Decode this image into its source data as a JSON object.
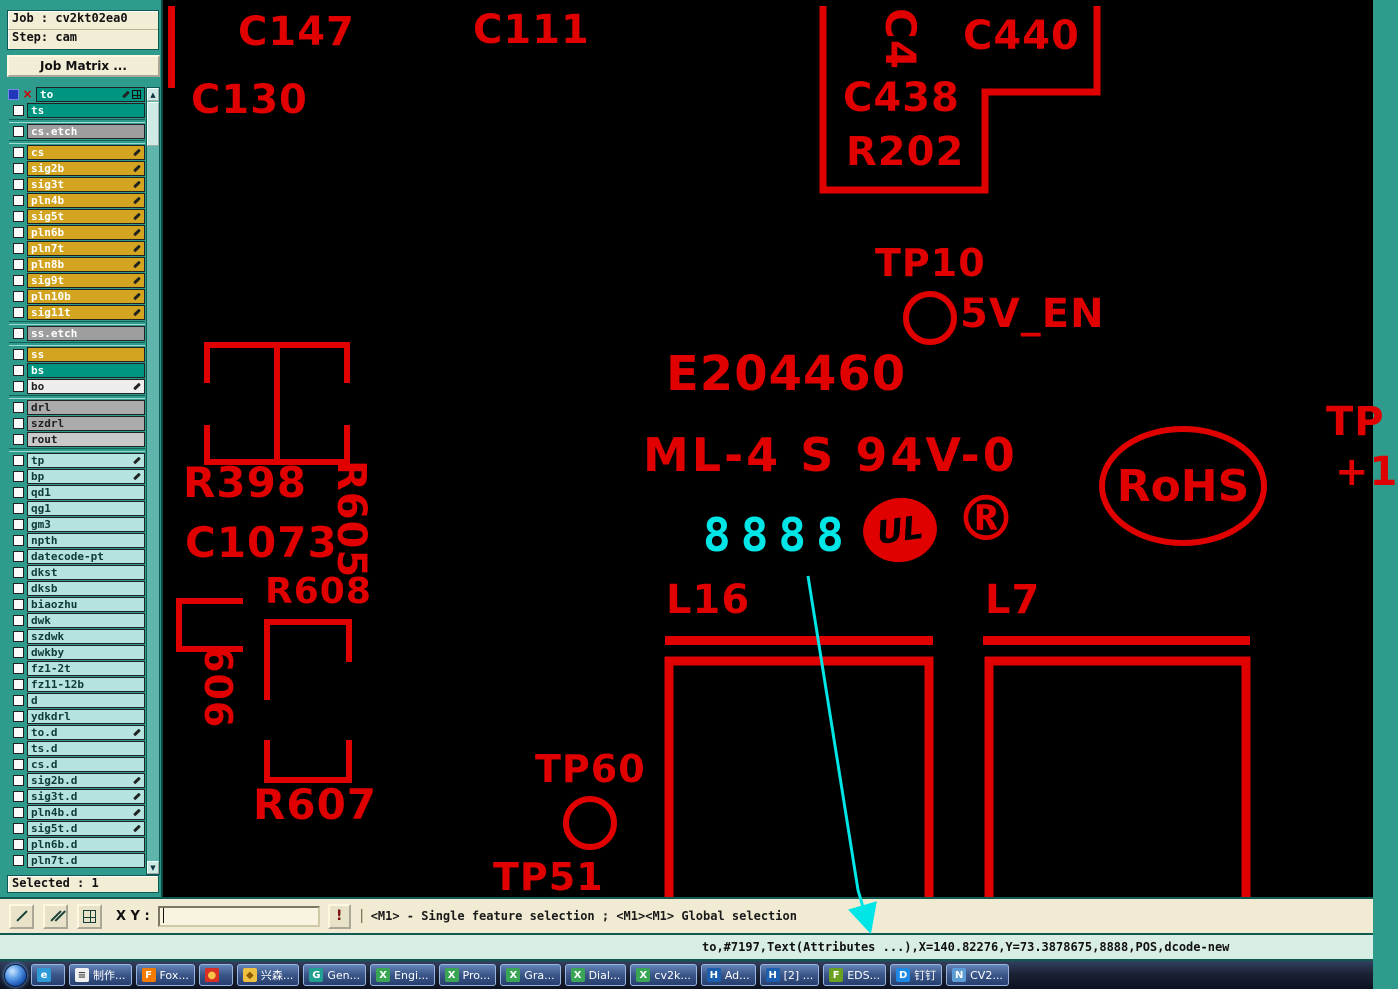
{
  "job_panel": {
    "job_line": "Job : cv2kt02ea0",
    "step_line": "Step: cam",
    "job_matrix_button": "Job Matrix ...",
    "selected_status": "Selected : 1"
  },
  "layer_panel": {
    "active_row": {
      "name": "to",
      "bg": "#009580",
      "fg": "#FFFFFF"
    },
    "layers": [
      {
        "name": "ts",
        "bg": "#009580",
        "fg": "#FFFFFF",
        "marked": false
      },
      {
        "separator": true
      },
      {
        "name": "cs.etch",
        "bg": "#9E9E9E",
        "fg": "#FFFFFF",
        "marked": false
      },
      {
        "separator": true
      },
      {
        "name": "cs",
        "bg": "#D2A41F",
        "fg": "#FFFFFF",
        "marked": true
      },
      {
        "name": "sig2b",
        "bg": "#D2A41F",
        "fg": "#FFFFFF",
        "marked": true
      },
      {
        "name": "sig3t",
        "bg": "#D2A41F",
        "fg": "#FFFFFF",
        "marked": true
      },
      {
        "name": "pln4b",
        "bg": "#D2A41F",
        "fg": "#FFFFFF",
        "marked": true
      },
      {
        "name": "sig5t",
        "bg": "#D2A41F",
        "fg": "#FFFFFF",
        "marked": true
      },
      {
        "name": "pln6b",
        "bg": "#D2A41F",
        "fg": "#FFFFFF",
        "marked": true
      },
      {
        "name": "pln7t",
        "bg": "#D2A41F",
        "fg": "#FFFFFF",
        "marked": true
      },
      {
        "name": "pln8b",
        "bg": "#D2A41F",
        "fg": "#FFFFFF",
        "marked": true
      },
      {
        "name": "sig9t",
        "bg": "#D2A41F",
        "fg": "#FFFFFF",
        "marked": true
      },
      {
        "name": "pln10b",
        "bg": "#D2A41F",
        "fg": "#FFFFFF",
        "marked": true
      },
      {
        "name": "sig11t",
        "bg": "#D2A41F",
        "fg": "#FFFFFF",
        "marked": true
      },
      {
        "separator": true
      },
      {
        "name": "ss.etch",
        "bg": "#9E9E9E",
        "fg": "#FFFFFF",
        "marked": false
      },
      {
        "separator": true
      },
      {
        "name": "ss",
        "bg": "#D2A41F",
        "fg": "#FFFFFF",
        "marked": false
      },
      {
        "name": "bs",
        "bg": "#009580",
        "fg": "#FFFFFF",
        "marked": false
      },
      {
        "name": "bo",
        "bg": "#EDEDED",
        "fg": "#202020",
        "marked": true
      },
      {
        "separator": true
      },
      {
        "name": "drl",
        "bg": "#ABABAB",
        "fg": "#202020",
        "marked": false
      },
      {
        "name": "szdrl",
        "bg": "#ABABAB",
        "fg": "#202020",
        "marked": false
      },
      {
        "name": "rout",
        "bg": "#C9C9C9",
        "fg": "#202020",
        "marked": false
      },
      {
        "separator": true
      },
      {
        "name": "tp",
        "bg": "#B5E3DF",
        "fg": "#103A34",
        "marked": true
      },
      {
        "name": "bp",
        "bg": "#B5E3DF",
        "fg": "#103A34",
        "marked": true
      },
      {
        "name": "qd1",
        "bg": "#B5E3DF",
        "fg": "#103A34",
        "marked": false
      },
      {
        "name": "qg1",
        "bg": "#B5E3DF",
        "fg": "#103A34",
        "marked": false
      },
      {
        "name": "gm3",
        "bg": "#B5E3DF",
        "fg": "#103A34",
        "marked": false
      },
      {
        "name": "npth",
        "bg": "#B5E3DF",
        "fg": "#103A34",
        "marked": false
      },
      {
        "name": "datecode-pt",
        "bg": "#B5E3DF",
        "fg": "#103A34",
        "marked": false
      },
      {
        "name": "dkst",
        "bg": "#B5E3DF",
        "fg": "#103A34",
        "marked": false
      },
      {
        "name": "dksb",
        "bg": "#B5E3DF",
        "fg": "#103A34",
        "marked": false
      },
      {
        "name": "biaozhu",
        "bg": "#B5E3DF",
        "fg": "#103A34",
        "marked": false
      },
      {
        "name": "dwk",
        "bg": "#B5E3DF",
        "fg": "#103A34",
        "marked": false
      },
      {
        "name": "szdwk",
        "bg": "#B5E3DF",
        "fg": "#103A34",
        "marked": false
      },
      {
        "name": "dwkby",
        "bg": "#B5E3DF",
        "fg": "#103A34",
        "marked": false
      },
      {
        "name": "fz1-2t",
        "bg": "#B5E3DF",
        "fg": "#103A34",
        "marked": false
      },
      {
        "name": "fz11-12b",
        "bg": "#B5E3DF",
        "fg": "#103A34",
        "marked": false
      },
      {
        "name": "d",
        "bg": "#B5E3DF",
        "fg": "#103A34",
        "marked": false
      },
      {
        "name": "ydkdrl",
        "bg": "#B5E3DF",
        "fg": "#103A34",
        "marked": false
      },
      {
        "name": "to.d",
        "bg": "#B5E3DF",
        "fg": "#103A34",
        "marked": true
      },
      {
        "name": "ts.d",
        "bg": "#B5E3DF",
        "fg": "#103A34",
        "marked": false
      },
      {
        "name": "cs.d",
        "bg": "#B5E3DF",
        "fg": "#103A34",
        "marked": false
      },
      {
        "name": "sig2b.d",
        "bg": "#B5E3DF",
        "fg": "#103A34",
        "marked": true
      },
      {
        "name": "sig3t.d",
        "bg": "#B5E3DF",
        "fg": "#103A34",
        "marked": true
      },
      {
        "name": "pln4b.d",
        "bg": "#B5E3DF",
        "fg": "#103A34",
        "marked": true
      },
      {
        "name": "sig5t.d",
        "bg": "#B5E3DF",
        "fg": "#103A34",
        "marked": true
      },
      {
        "name": "pln6b.d",
        "bg": "#B5E3DF",
        "fg": "#103A34",
        "marked": false
      },
      {
        "name": "pln7t.d",
        "bg": "#B5E3DF",
        "fg": "#103A34",
        "marked": false
      }
    ]
  },
  "canvas": {
    "background": "#000000",
    "silkscreen_color": "#E00000",
    "highlight_color": "#00E5E5",
    "labels": {
      "c147": "C147",
      "c111": "C111",
      "c130": "C130",
      "c4": "C4",
      "c440": "C440",
      "c438": "C438",
      "r202": "R202",
      "tp10": "TP10",
      "en5v": "5V_EN",
      "e204460": "E204460",
      "ml4": "ML-4 S 94V-0",
      "digits": "8888",
      "ul": "UL",
      "registered": "®",
      "rohs": "RoHS",
      "tp_edge": "TP",
      "plus1_edge": "+1",
      "l16": "L16",
      "l7": "L7",
      "r398": "R398",
      "c1073": "C1073",
      "r605": "R605",
      "r608": "R608",
      "n606": "606",
      "r607": "R607",
      "tp60": "TP60",
      "tp51": "TP51"
    }
  },
  "command_bar": {
    "xy_label": "X Y :",
    "coord_input_value": "",
    "alert_button": "!",
    "hint_text": "<M1> - Single feature selection ; <M1><M1> Global selection"
  },
  "status_line": {
    "text": "to,#7197,Text(Attributes ...),X=140.82276,Y=73.3878675,8888,POS,dcode-new"
  },
  "taskbar": {
    "items": [
      {
        "label": "",
        "glyph": "e",
        "color": "#2E9BD6",
        "glyph_color": "#FFFFFF",
        "name": "browser"
      },
      {
        "label": "制作...",
        "glyph": "≡",
        "color": "#F0F0F0",
        "glyph_color": "#444444",
        "name": "document"
      },
      {
        "label": "Fox...",
        "glyph": "F",
        "color": "#F57C00",
        "glyph_color": "#FFFFFF",
        "name": "foxmail"
      },
      {
        "label": "",
        "glyph": "●",
        "color": "#D93025",
        "glyph_color": "#F6C344",
        "name": "app"
      },
      {
        "label": "兴森...",
        "glyph": "◆",
        "color": "#F0C040",
        "glyph_color": "#8A5A00",
        "name": "folder"
      },
      {
        "label": "Gen...",
        "glyph": "G",
        "color": "#20A090",
        "glyph_color": "#FFFFFF",
        "name": "genesis"
      },
      {
        "label": "Engi...",
        "glyph": "X",
        "color": "#3AA655",
        "glyph_color": "#FFFFFF",
        "name": "engineering-window"
      },
      {
        "label": "Pro...",
        "glyph": "X",
        "color": "#3AA655",
        "glyph_color": "#FFFFFF",
        "name": "process-window"
      },
      {
        "label": "Gra...",
        "glyph": "X",
        "color": "#3AA655",
        "glyph_color": "#FFFFFF",
        "name": "graphic-window"
      },
      {
        "label": "Dial...",
        "glyph": "X",
        "color": "#3AA655",
        "glyph_color": "#FFFFFF",
        "name": "dialog-window"
      },
      {
        "label": "cv2k...",
        "glyph": "X",
        "color": "#3AA655",
        "glyph_color": "#FFFFFF",
        "name": "cv2k-window"
      },
      {
        "label": "Ad...",
        "glyph": "H",
        "color": "#1B5FAE",
        "glyph_color": "#FFFFFF",
        "name": "ad-window"
      },
      {
        "label": "[2] ...",
        "glyph": "H",
        "color": "#1B5FAE",
        "glyph_color": "#FFFFFF",
        "name": "window-group"
      },
      {
        "label": "EDS...",
        "glyph": "F",
        "color": "#6AA121",
        "glyph_color": "#FFFFFF",
        "name": "eds"
      },
      {
        "label": "钉钉",
        "glyph": "D",
        "color": "#1E88E5",
        "glyph_color": "#FFFFFF",
        "name": "dingtalk"
      },
      {
        "label": "CV2...",
        "glyph": "N",
        "color": "#5C9DD6",
        "glyph_color": "#FFFFFF",
        "name": "cv2"
      }
    ]
  }
}
